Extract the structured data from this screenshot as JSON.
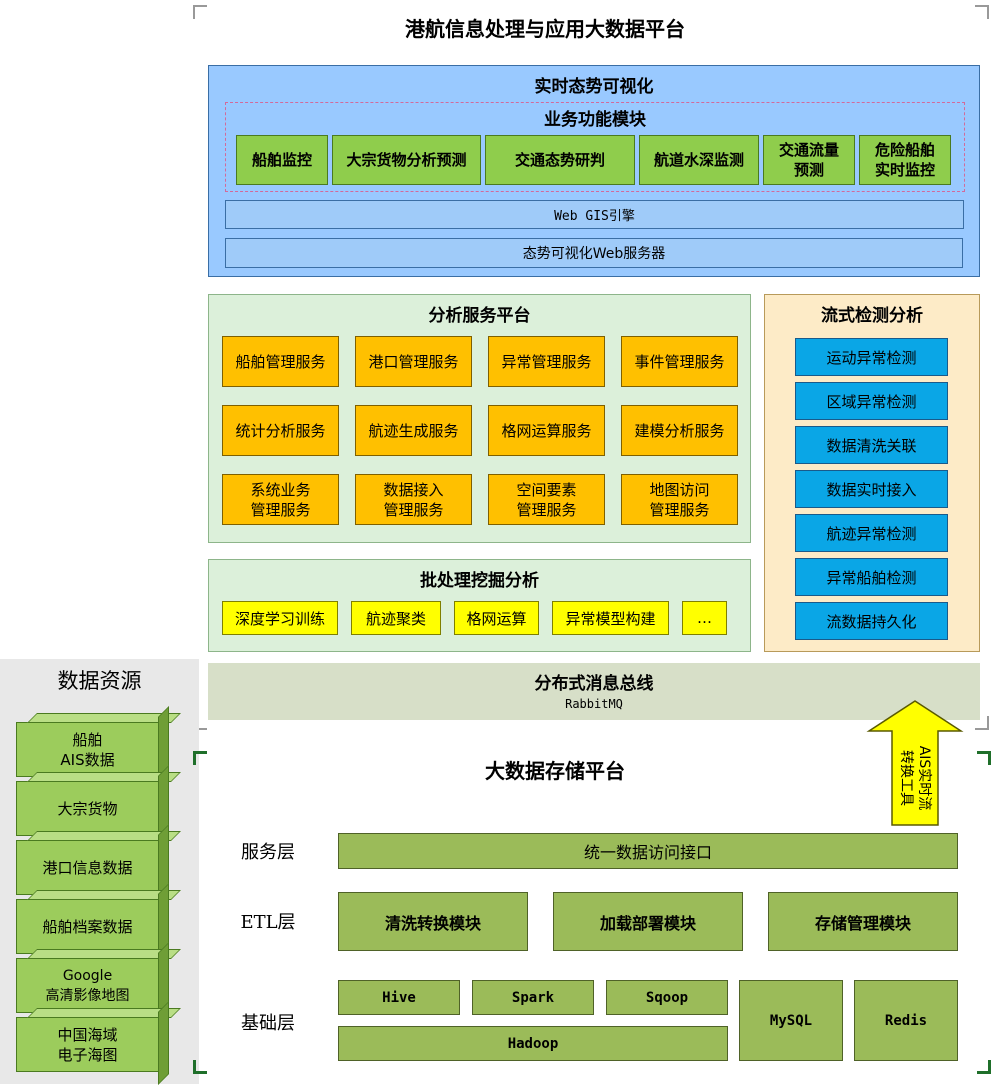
{
  "title": "港航信息处理与应用大数据平台",
  "visual": {
    "title": "实时态势可视化",
    "module": {
      "title": "业务功能模块",
      "items": [
        "船舶监控",
        "大宗货物分析预测",
        "交通态势研判",
        "航道水深监测",
        "交通流量\n预测",
        "危险船舶\n实时监控"
      ]
    },
    "gis": "Web GIS引擎",
    "server": "态势可视化Web服务器"
  },
  "analysis": {
    "title": "分析服务平台",
    "services": [
      "船舶管理服务",
      "港口管理服务",
      "异常管理服务",
      "事件管理服务",
      "统计分析服务",
      "航迹生成服务",
      "格网运算服务",
      "建模分析服务",
      "系统业务\n管理服务",
      "数据接入\n管理服务",
      "空间要素\n管理服务",
      "地图访问\n管理服务"
    ]
  },
  "batch": {
    "title": "批处理挖掘分析",
    "items": [
      "深度学习训练",
      "航迹聚类",
      "格网运算",
      "异常模型构建",
      "…"
    ]
  },
  "stream": {
    "title": "流式检测分析",
    "items": [
      "运动异常检测",
      "区域异常检测",
      "数据清洗关联",
      "数据实时接入",
      "航迹异常检测",
      "异常船舶检测",
      "流数据持久化"
    ]
  },
  "bus": {
    "title": "分布式消息总线",
    "sub": "RabbitMQ"
  },
  "storage": {
    "title": "大数据存储平台",
    "arrow_label": "AIS实时流\n转换工具",
    "service_layer": {
      "label": "服务层",
      "interface": "统一数据访问接口"
    },
    "etl_layer": {
      "label": "ETL层",
      "modules": [
        "清洗转换模块",
        "加载部署模块",
        "存储管理模块"
      ]
    },
    "base_layer": {
      "label": "基础层",
      "items": [
        "Hive",
        "Spark",
        "Sqoop",
        "Hadoop",
        "MySQL",
        "Redis"
      ]
    }
  },
  "resources": {
    "title": "数据资源",
    "items": [
      "船舶\nAIS数据",
      "大宗货物",
      "港口信息数据",
      "船舶档案数据",
      "Google\n高清影像地图",
      "中国海域\n电子海图"
    ]
  },
  "colors": {
    "visual_bg": "#99c9ff",
    "visual_inner": "#9fcbf9",
    "module_green": "#8fcd4c",
    "analysis_bg": "#dcf0da",
    "service_orange": "#ffc000",
    "batch_yellow": "#ffff00",
    "stream_bg": "#fdebc7",
    "stream_blue": "#0aa6e6",
    "bus_bg": "#d7dfc8",
    "storage_green": "#9bbb59",
    "arrow_yellow": "#ffff00",
    "resource_bg": "#e8e8e8",
    "cube_green": "#9ccc5c"
  }
}
